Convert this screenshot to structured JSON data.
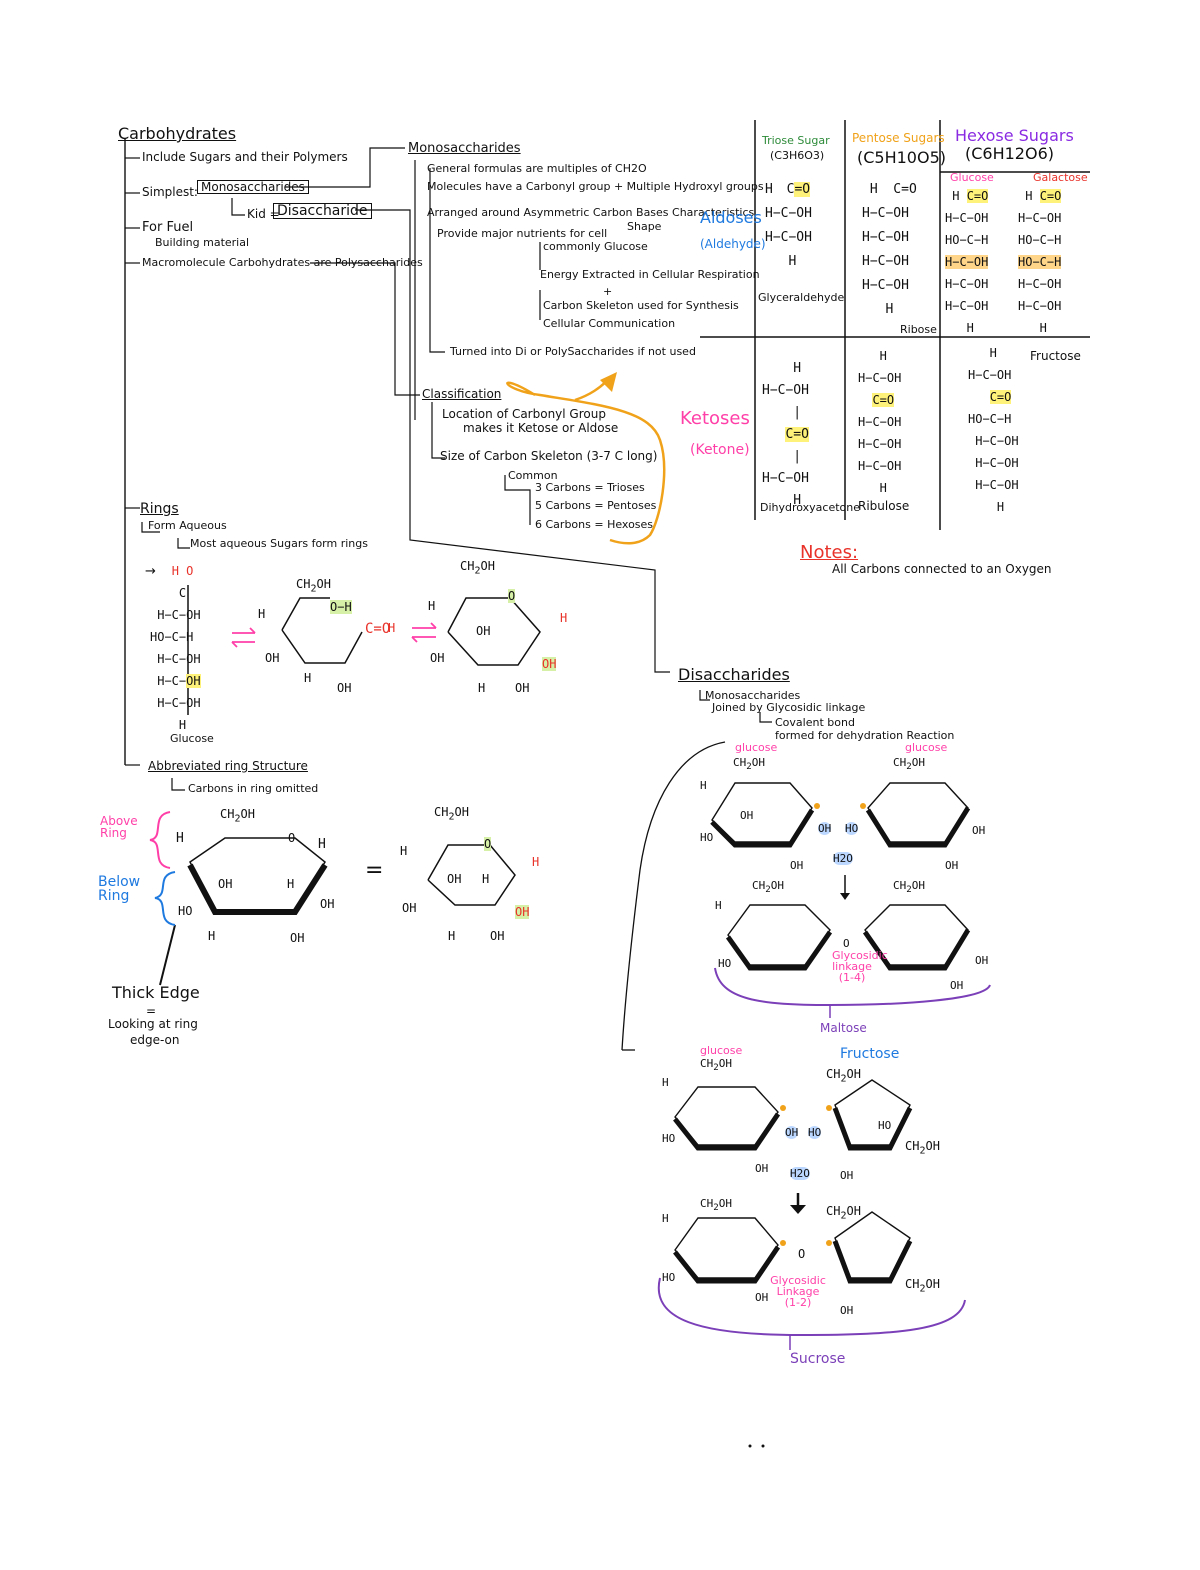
{
  "colors": {
    "ink": "#111111",
    "triose": "#2e8b3a",
    "pentose": "#f0a21a",
    "hexose": "#8a2be2",
    "aldose": "#1f7ae0",
    "ketose": "#ff3fa8",
    "notes": "#e8322a",
    "glucose_label": "#ff3fa8",
    "fructose_label": "#1f7ae0",
    "red_atoms": "#e8322a",
    "highlight_yellow": "#fff27a",
    "highlight_orange": "#ffd58a",
    "highlight_green": "#d7f0a8",
    "highlight_blue": "#bcd7ff",
    "bracket_purple": "#7b3fb8"
  },
  "outline": {
    "root": "Carbohydrates",
    "root_items": [
      "Include Sugars and their Polymers",
      "Simplest:",
      "For Fuel",
      "Building material",
      "Macromolecule Carbohydrates are Polysaccharides"
    ],
    "simplest_box": "Monosaccharides",
    "kid_label": "Kid =",
    "kid_box": "Disaccharide",
    "mono": {
      "title": "Monosaccharides",
      "items": [
        "General formulas are multiples of CH2O",
        "Molecules have a Carbonyl group + Multiple Hydroxyl groups",
        "Arranged around Asymmetric Carbon Bases Characteristics",
        "Provide major nutrients for cell",
        "Shape",
        "commonly Glucose",
        "Energy Extracted in Cellular Respiration",
        "+",
        "Carbon Skeleton used for Synthesis",
        "Cellular Communication",
        "Turned into Di or PolySaccharides if not used"
      ]
    },
    "classification": {
      "title": "Classification",
      "items": [
        "Location of Carbonyl Group",
        "makes it Ketose or Aldose",
        "Size of Carbon Skeleton (3-7 C long)",
        "Common",
        "3 Carbons = Trioses",
        "5 Carbons = Pentoses",
        "6 Carbons = Hexoses"
      ]
    }
  },
  "table": {
    "col_triose": "Triose Sugar",
    "col_triose_formula": "(C3H6O3)",
    "col_pentose": "Pentose Sugars",
    "col_pentose_formula": "(C5H10O5)",
    "col_hexose": "Hexose Sugars",
    "col_hexose_formula": "(C6H12O6)",
    "row_aldoses": "Aldoses",
    "row_aldoses_sub": "(Aldehyde)",
    "row_ketoses": "Ketoses",
    "row_ketoses_sub": "(Ketone)",
    "glyceraldehyde": "Glyceraldehyde",
    "ribose": "Ribose",
    "glucose": "Glucose",
    "galactose": "Galactose",
    "dihydroxyacetone": "Dihydroxyacetone",
    "ribulose": "Ribulose",
    "fructose": "Fructose"
  },
  "notes": {
    "title": "Notes:",
    "text": "All Carbons connected to an Oxygen"
  },
  "rings": {
    "title": "Rings",
    "items": [
      "Form Aqueous",
      "Most aqueous Sugars form rings",
      "Glucose",
      "Abbreviated ring Structure",
      "Carbons in ring omitted"
    ],
    "above_ring": "Above Ring",
    "below_ring": "Below Ring",
    "thick_edge": "Thick Edge",
    "thick_eq": "=",
    "looking_1": "Looking at ring",
    "looking_2": "edge-on",
    "equals": "="
  },
  "disaccharides": {
    "title": "Disaccharides",
    "items": [
      "Monosaccharides",
      "Joined by Glycosidic linkage",
      "Covalent bond",
      "formed for dehydration Reaction"
    ],
    "glucose": "glucose",
    "fructose": "Fructose",
    "glycosidic_14": "Glycosidic linkage (1-4)",
    "maltose": "Maltose",
    "glycosidic_12": "Glycosidic Linkage (1-2)",
    "sucrose": "Sucrose",
    "h2o": "H2O"
  },
  "icons": [
    "arrow-icon",
    "down-arrow-icon",
    "equilibrium-arrows-icon",
    "brace-icon"
  ]
}
